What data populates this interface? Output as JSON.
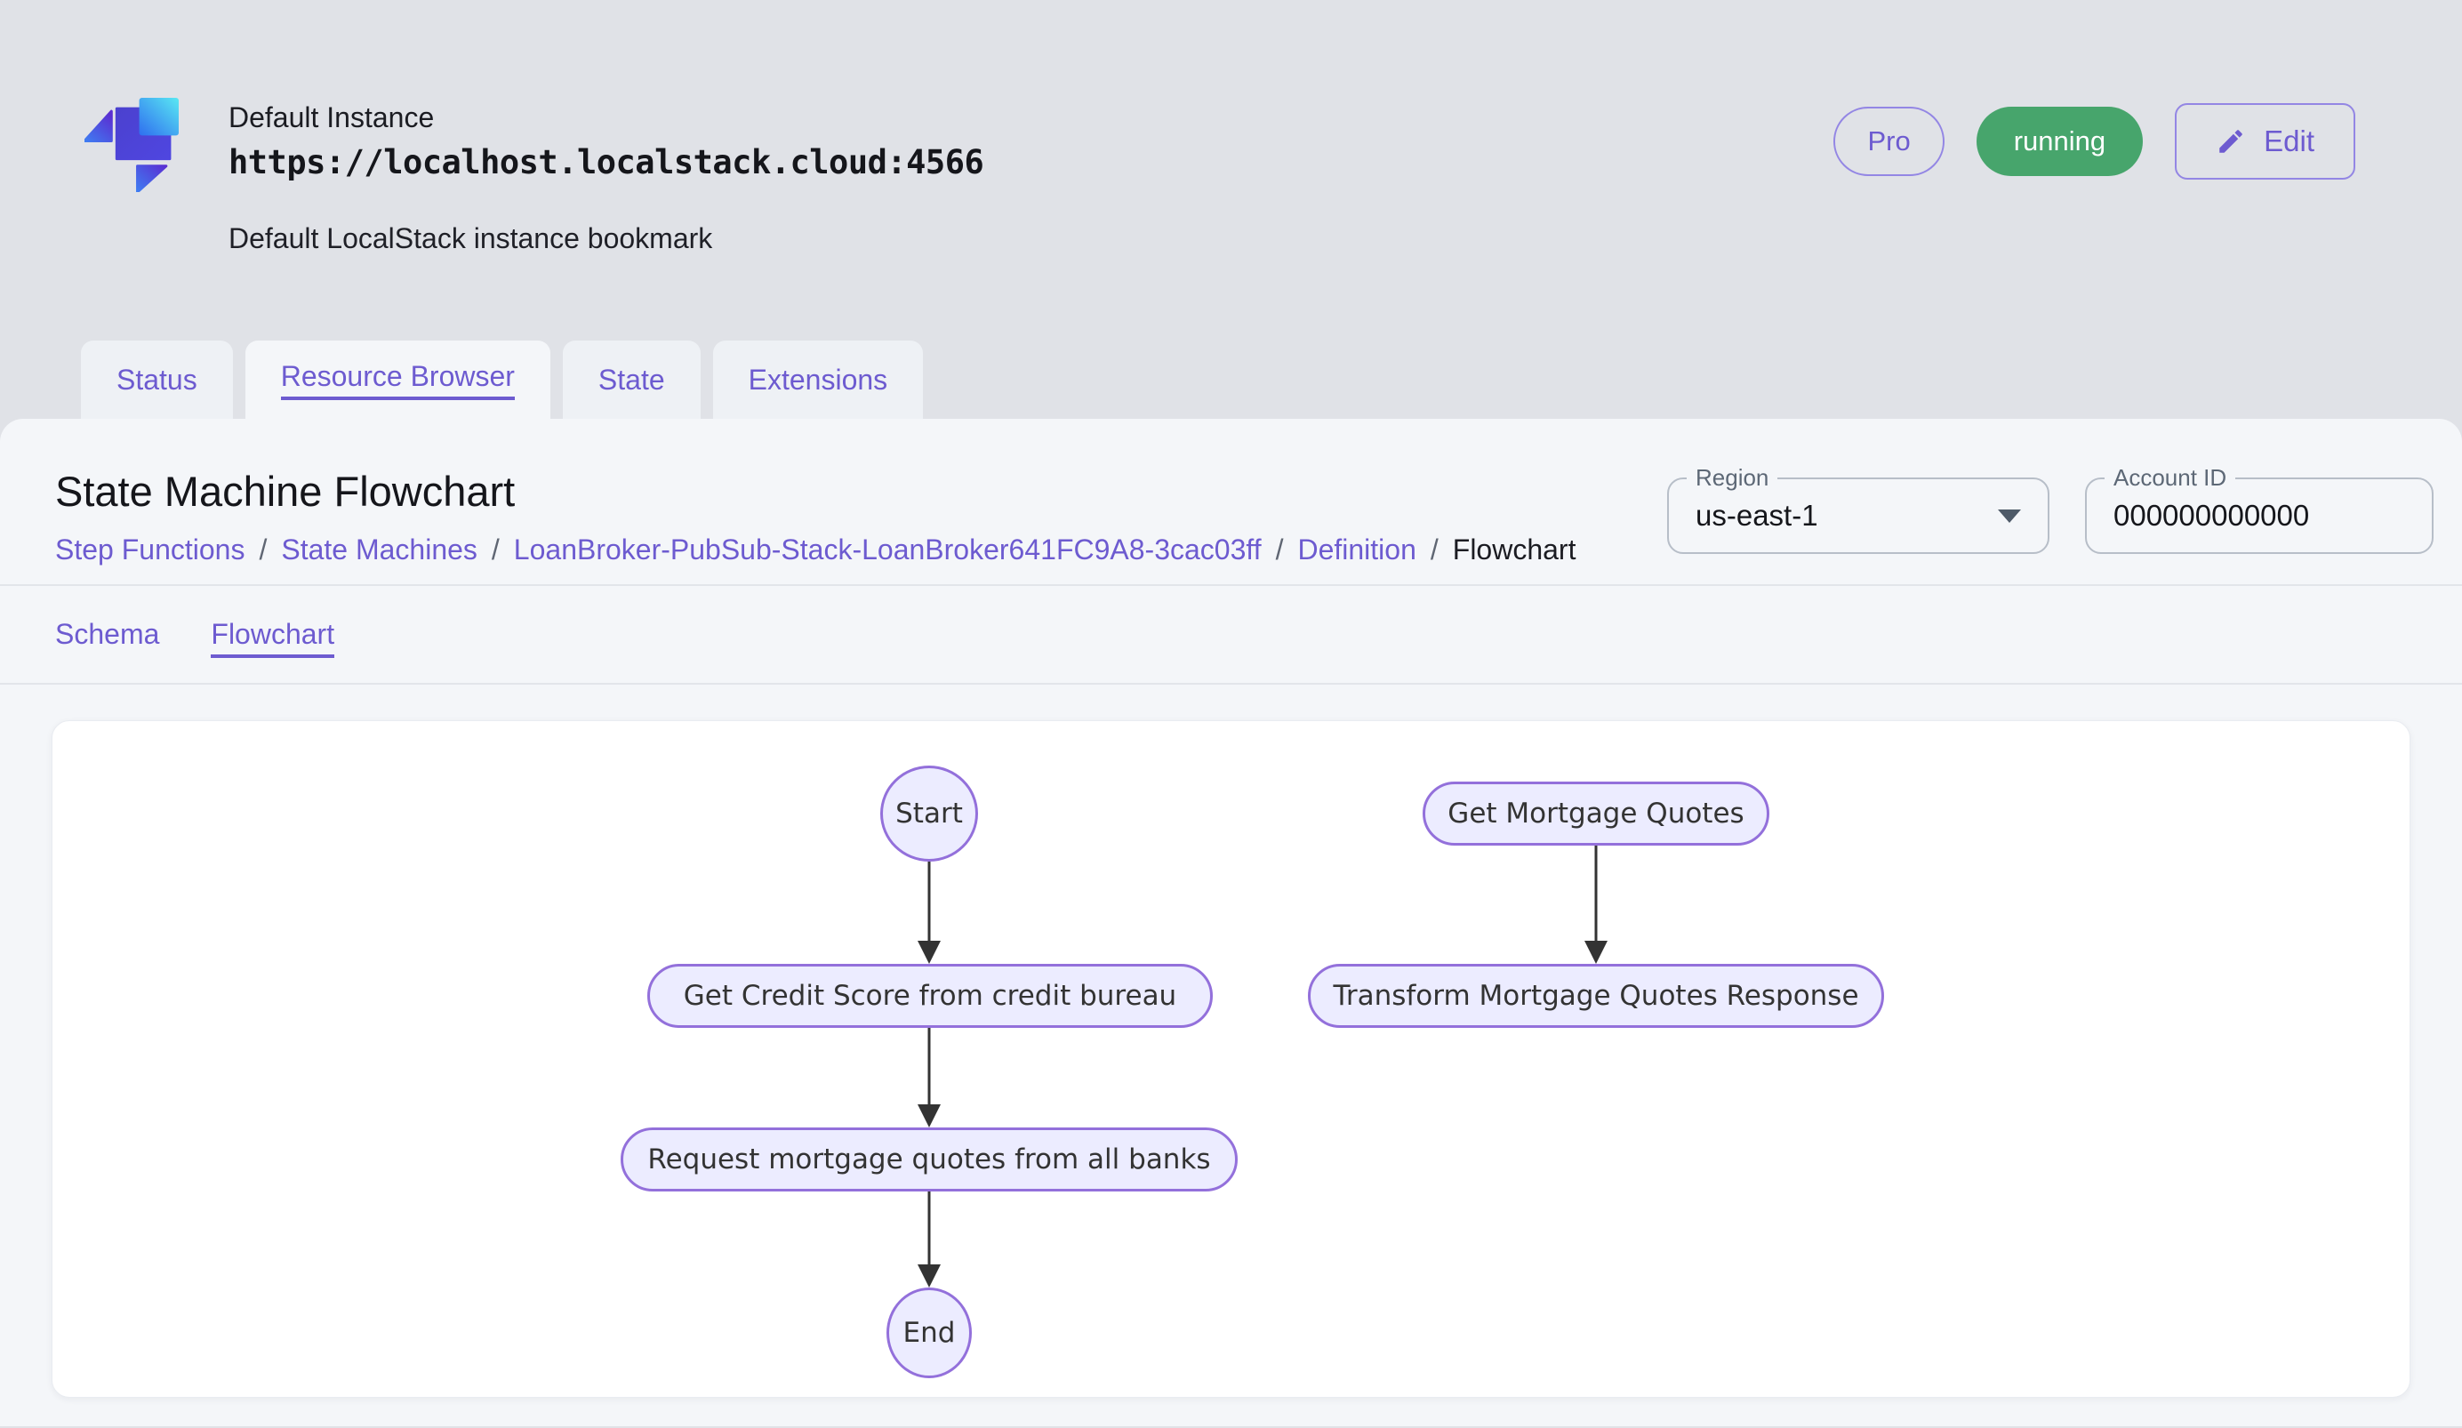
{
  "colors": {
    "accent_purple": "#6d5bd0",
    "accent_border": "#9386e4",
    "status_green": "#47a56c",
    "header_background": "#e0e2e7",
    "panel_background": "#f4f6f9",
    "card_background": "#ffffff",
    "node_fill": "#ECECFF",
    "node_border": "#9370DB",
    "arrow": "#333333"
  },
  "icons": {
    "logo": "localstack-logo-icon",
    "edit": "pencil-icon",
    "region_dropdown": "caret-down-icon"
  },
  "header": {
    "instance_name": "Default Instance",
    "instance_url": "https://localhost.localstack.cloud:4566",
    "instance_description": "Default LocalStack instance bookmark",
    "pro_badge": "Pro",
    "status_badge": "running",
    "edit_button": "Edit"
  },
  "tabs": {
    "items": [
      {
        "label": "Status",
        "active": false
      },
      {
        "label": "Resource Browser",
        "active": true
      },
      {
        "label": "State",
        "active": false
      },
      {
        "label": "Extensions",
        "active": false
      }
    ]
  },
  "page": {
    "title": "State Machine Flowchart",
    "breadcrumb": {
      "separator": "/",
      "items": [
        "Step Functions",
        "State Machines",
        "LoanBroker-PubSub-Stack-LoanBroker641FC9A8-3cac03ff",
        "Definition",
        "Flowchart"
      ]
    }
  },
  "controls": {
    "region": {
      "label": "Region",
      "value": "us-east-1"
    },
    "account": {
      "label": "Account ID",
      "value": "000000000000"
    }
  },
  "subtabs": {
    "items": [
      {
        "label": "Schema",
        "active": false
      },
      {
        "label": "Flowchart",
        "active": true
      }
    ]
  },
  "flowchart": {
    "node_fill": "#ECECFF",
    "node_border": "#9370DB",
    "arrow_color": "#333333",
    "nodes": [
      {
        "id": "start",
        "label": "Start",
        "shape": "ellipse"
      },
      {
        "id": "get-mortgage-quotes",
        "label": "Get Mortgage Quotes",
        "shape": "stadium"
      },
      {
        "id": "get-credit-score",
        "label": "Get Credit Score from credit bureau",
        "shape": "stadium"
      },
      {
        "id": "transform-mortgage-quotes-response",
        "label": "Transform Mortgage Quotes Response",
        "shape": "stadium"
      },
      {
        "id": "request-mortgage-quotes",
        "label": "Request mortgage quotes from all banks",
        "shape": "stadium"
      },
      {
        "id": "end",
        "label": "End",
        "shape": "ellipse"
      }
    ],
    "edges": [
      {
        "from": "start",
        "to": "get-credit-score"
      },
      {
        "from": "get-mortgage-quotes",
        "to": "transform-mortgage-quotes-response"
      },
      {
        "from": "get-credit-score",
        "to": "request-mortgage-quotes"
      },
      {
        "from": "request-mortgage-quotes",
        "to": "end"
      }
    ]
  }
}
